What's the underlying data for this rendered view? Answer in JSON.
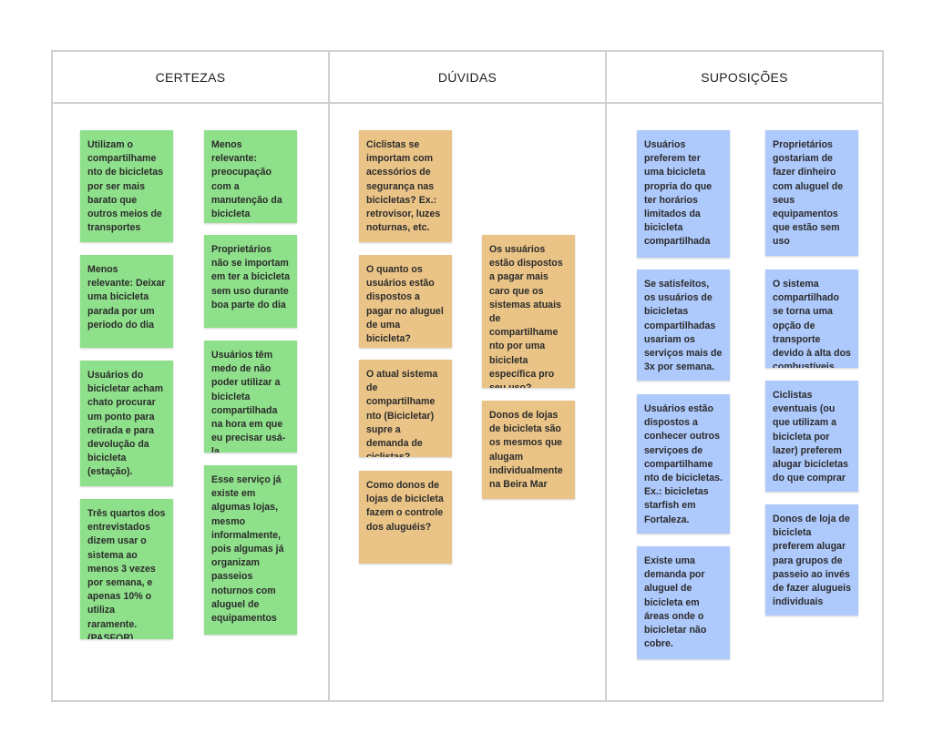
{
  "columns": [
    {
      "title": "CERTEZAS"
    },
    {
      "title": "DÚVIDAS"
    },
    {
      "title": "SUPOSIÇÕES"
    }
  ],
  "notes": {
    "certezas": [
      "Utilizam o compartilhame nto de bicicletas por ser mais barato que outros meios de transportes",
      "Menos relevante: Deixar uma bicicleta parada por um periodo do dia",
      "Usuários do bicicletar acham chato procurar um ponto para retirada e para devolução da bicicleta (estação).",
      "Três quartos dos entrevistados dizem usar o sistema ao menos 3 vezes por semana, e apenas 10% o utiliza raramente. (PASFOR)",
      "Menos relevante: preocupação com a manutenção da bicicleta",
      "Proprietários não se importam em ter a bicicleta sem uso durante boa parte do dia",
      "Usuários têm medo de não poder utilizar a bicicleta compartilhada na hora em que eu precisar usá-la.",
      "Esse serviço já existe em algumas lojas, mesmo informalmente, pois algumas já organizam passeios noturnos com aluguel de equipamentos"
    ],
    "duvidas": [
      "Ciclistas se importam com acessórios de segurança nas bicicletas? Ex.: retrovisor, luzes noturnas, etc.",
      "O quanto os usuários estão dispostos a pagar no aluguel de uma bicicleta?",
      "O atual sistema de compartilhame nto (Bicicletar) supre a demanda de ciclistas?",
      "Como donos de lojas de bicicleta fazem o controle dos aluguéis?",
      "Os usuários estão dispostos a pagar mais caro que os sistemas atuais de compartilhame nto por uma bicicleta específica pro seu uso?",
      "Donos de lojas de bicicleta são os mesmos que alugam individualmente na Beira Mar"
    ],
    "suposicoes": [
      "Usuários preferem ter uma bicicleta propria do que ter horários limitados da bicicleta compartilhada",
      "Se satisfeitos, os usuários de bicicletas compartilhadas usariam os serviços mais de 3x por semana.",
      "Usuários estão dispostos a conhecer outros serviçoes de compartilhame nto de bicicletas. Ex.: bicicletas starfish em Fortaleza.",
      "Existe uma demanda por aluguel de bicicleta em áreas onde o bicicletar não cobre.",
      "Proprietários gostariam de fazer dinheiro com aluguel de seus equipamentos que estão sem uso",
      "O sistema compartilhado se torna uma opção de transporte devido à alta dos combustíveis.",
      "Ciclistas eventuais (ou que utilizam a bicicleta por lazer) preferem alugar bicicletas do que comprar",
      "Donos de loja de bicicleta preferem alugar para grupos de passeio ao invés de fazer alugueis individuais"
    ]
  },
  "colors": {
    "green": "#8fe08b",
    "orange": "#eac487",
    "blue": "#aec9fb",
    "border": "#d0d0d0"
  }
}
